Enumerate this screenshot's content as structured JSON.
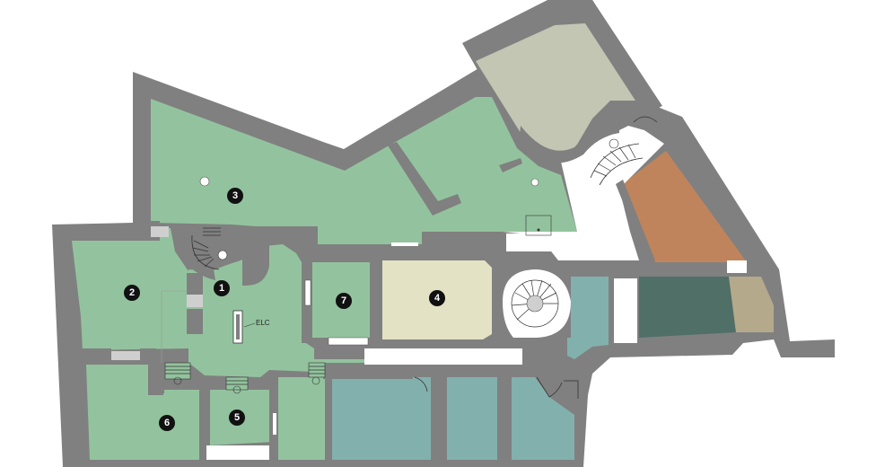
{
  "markers": [
    {
      "id": "room-1",
      "label": "1"
    },
    {
      "id": "room-2",
      "label": "2"
    },
    {
      "id": "room-3",
      "label": "3"
    },
    {
      "id": "room-4",
      "label": "4"
    },
    {
      "id": "room-5",
      "label": "5"
    },
    {
      "id": "room-6",
      "label": "6"
    },
    {
      "id": "room-7",
      "label": "7"
    }
  ],
  "elevator_label": "ELC",
  "colors": {
    "wall": "#808080",
    "green": "#93c39e",
    "sage": "#c2c6b2",
    "beige": "#e4e2c4",
    "orange": "#c0845c",
    "teal": "#82b1ad",
    "dark_teal": "#4f6f67",
    "khaki": "#b4a98a"
  }
}
